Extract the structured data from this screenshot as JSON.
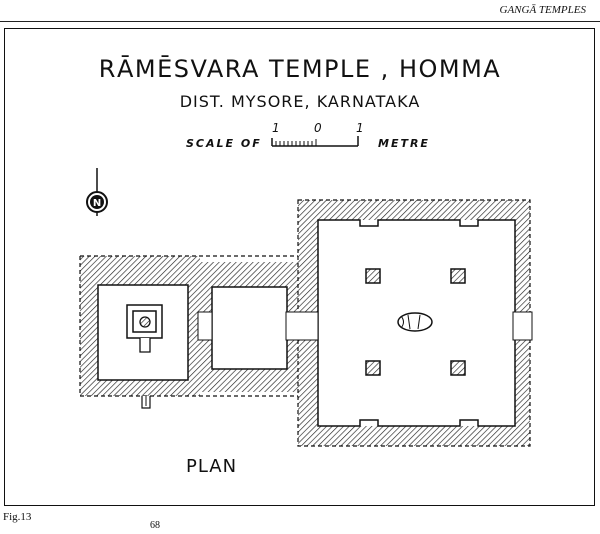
{
  "header": {
    "running_title": "GANGĀ TEMPLES"
  },
  "drawing": {
    "title": "RĀMĒSVARA TEMPLE , HOMMA",
    "subtitle": "DIST. MYSORE, KARNATAKA",
    "scale": {
      "prefix": "SCALE OF",
      "left_tick": "1",
      "center_tick": "0",
      "right_tick": "1",
      "unit": "METRE"
    },
    "north_symbol": "N",
    "plan_label": "PLAN"
  },
  "footer": {
    "figure_label": "Fig.13",
    "page_number": "68"
  }
}
